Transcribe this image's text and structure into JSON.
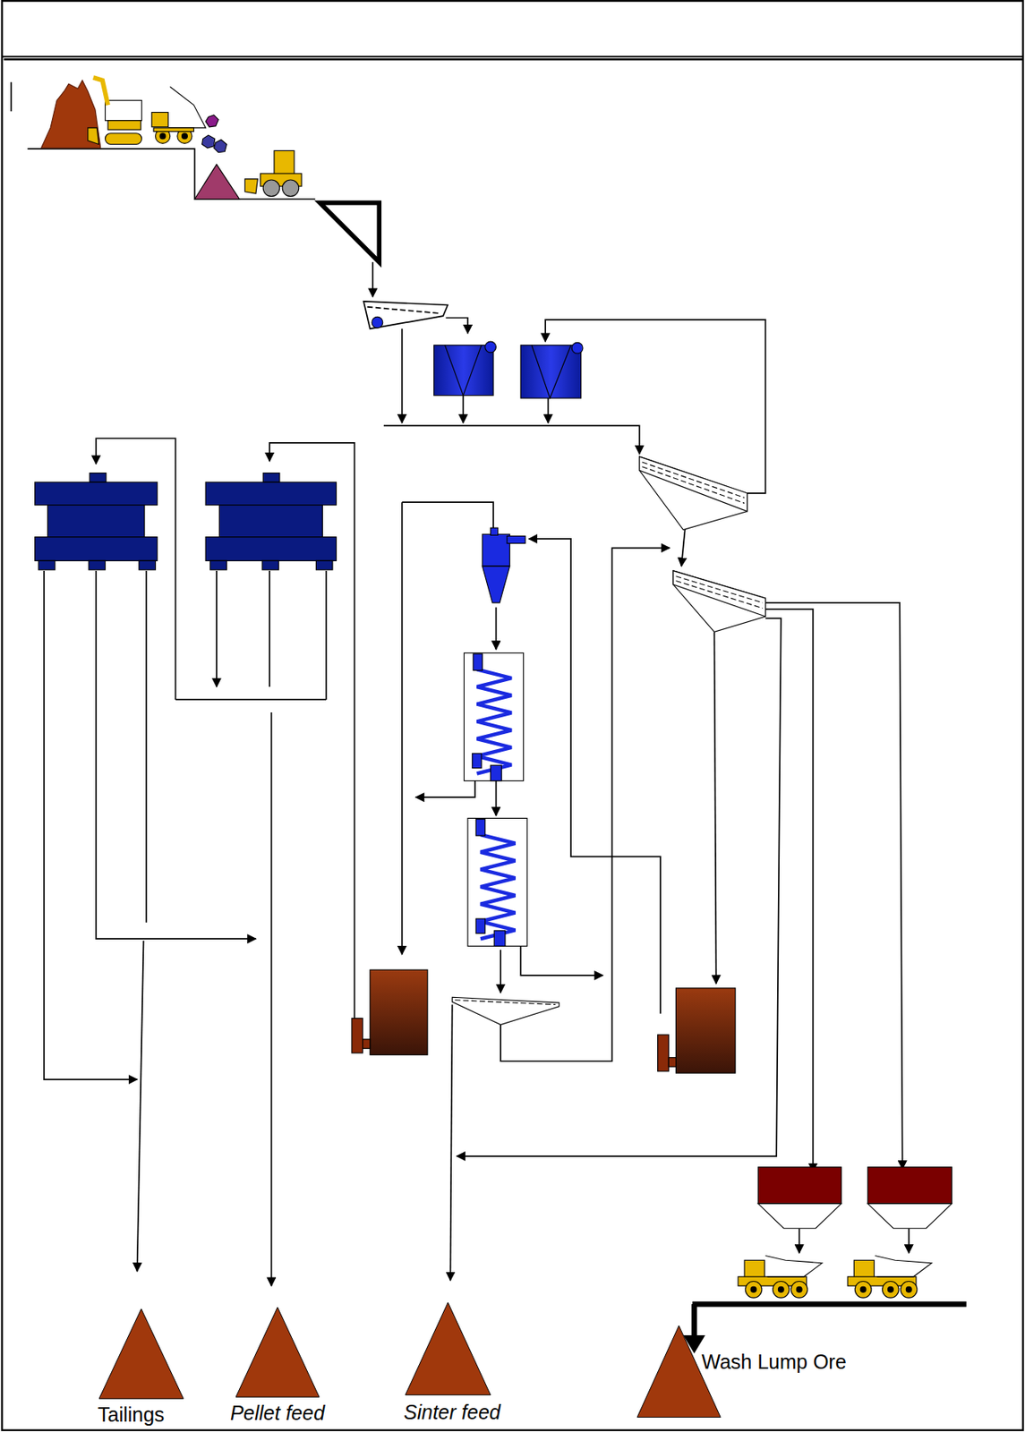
{
  "diagram": {
    "nodes": [
      {
        "text": [
          "Tailings"
        ]
      },
      {
        "text": [
          "Pellet feed"
        ]
      },
      {
        "text": [
          "Sinter feed"
        ]
      },
      {
        "text": [
          "Wash Lump Ore"
        ]
      }
    ]
  }
}
